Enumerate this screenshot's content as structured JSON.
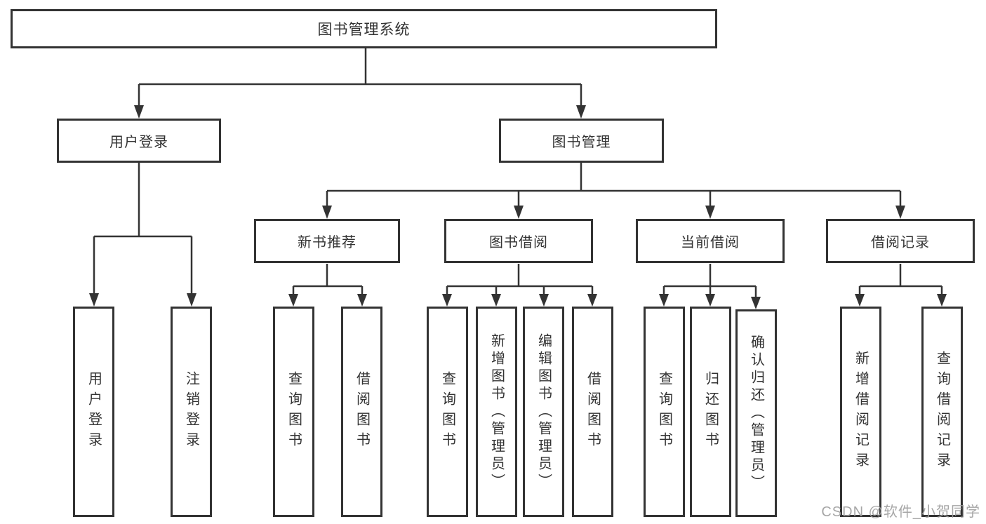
{
  "tree": {
    "root": {
      "label": "图书管理系统",
      "children": [
        {
          "label": "用户登录",
          "children": [
            {
              "label": "用户登录"
            },
            {
              "label": "注销登录"
            }
          ]
        },
        {
          "label": "图书管理",
          "children": [
            {
              "label": "新书推荐",
              "children": [
                {
                  "label": "查询图书"
                },
                {
                  "label": "借阅图书"
                }
              ]
            },
            {
              "label": "图书借阅",
              "children": [
                {
                  "label": "查询图书"
                },
                {
                  "label": "新增图书（管理员）"
                },
                {
                  "label": "编辑图书（管理员）"
                },
                {
                  "label": "借阅图书"
                }
              ]
            },
            {
              "label": "当前借阅",
              "children": [
                {
                  "label": "查询图书"
                },
                {
                  "label": "归还图书"
                },
                {
                  "label": "确认归还（管理员）"
                }
              ]
            },
            {
              "label": "借阅记录",
              "children": [
                {
                  "label": "新增借阅记录"
                },
                {
                  "label": "查询借阅记录"
                }
              ]
            }
          ]
        }
      ]
    },
    "watermark": "CSDN @软件_小贺同学"
  },
  "colors": {
    "line": "#333333",
    "box_border": "#333333",
    "text": "#333333",
    "watermark": "#9e9e9e",
    "background": "#ffffff"
  }
}
